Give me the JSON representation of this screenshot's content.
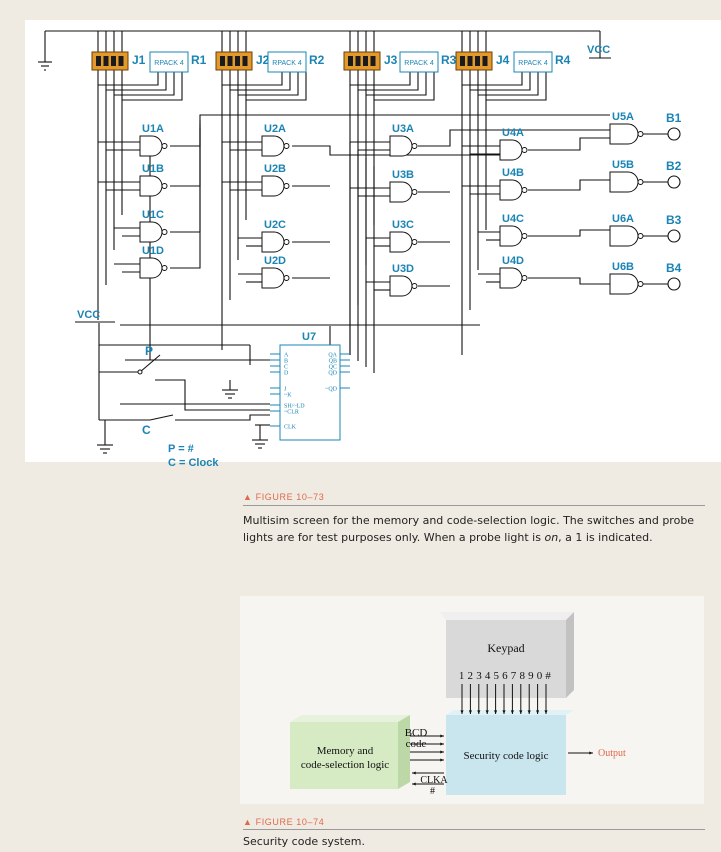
{
  "schematic": {
    "vcc_top": "VCC",
    "vcc_left": "VCC",
    "switches": [
      "J1",
      "J2",
      "J3",
      "J4"
    ],
    "rpacks": [
      "R1",
      "R2",
      "R3",
      "R4"
    ],
    "rpack_text": "RPACK 4",
    "gates": [
      "U1A",
      "U1B",
      "U1C",
      "U1D",
      "U2A",
      "U2B",
      "U2C",
      "U2D",
      "U3A",
      "U3B",
      "U3C",
      "U3D",
      "U4A",
      "U4B",
      "U4C",
      "U4D"
    ],
    "out_gates": [
      "U5A",
      "U5B",
      "U6A",
      "U6B"
    ],
    "probes": [
      "B1",
      "B2",
      "B3",
      "B4"
    ],
    "counter": {
      "name": "U7",
      "left_pins": [
        "A",
        "B",
        "C",
        "D",
        "J",
        "~K",
        "SH/~LD",
        "~CLR",
        "CLK"
      ],
      "right_pins": [
        "QA",
        "QB",
        "QC",
        "QD",
        "~QD"
      ]
    },
    "switch_p": "P",
    "switch_c": "C",
    "legend_p": "P = #",
    "legend_c": "C = Clock"
  },
  "figure73": {
    "label": "▲ FIGURE 10–73",
    "caption_pre": "Multisim screen for the memory and code-selection logic. The switches and probe lights are for test purposes only. When a probe light is ",
    "caption_em": "on",
    "caption_post": ", a 1 is indicated."
  },
  "figure74": {
    "label": "▲ FIGURE 10–74",
    "caption": "Security code system.",
    "keypad": "Keypad",
    "keys": "1 2 3 4 5 6 7 8 9 0 #",
    "memory_line1": "Memory and",
    "memory_line2": "code-selection logic",
    "security": "Security code logic",
    "output": "Output",
    "bcd_line1": "BCD",
    "bcd_line2": "code",
    "clka": "CLKA",
    "hash": "#"
  },
  "colors": {
    "page": "#efebe2",
    "schematic_bg": "#ffffff",
    "accent_blue": "#1a84b4",
    "switch_orange": "#e39a2c",
    "figure_label": "#e0694a",
    "memory_box": "#d6eac4",
    "security_box": "#c9e6ef",
    "keypad_box": "#d9d9d9"
  }
}
